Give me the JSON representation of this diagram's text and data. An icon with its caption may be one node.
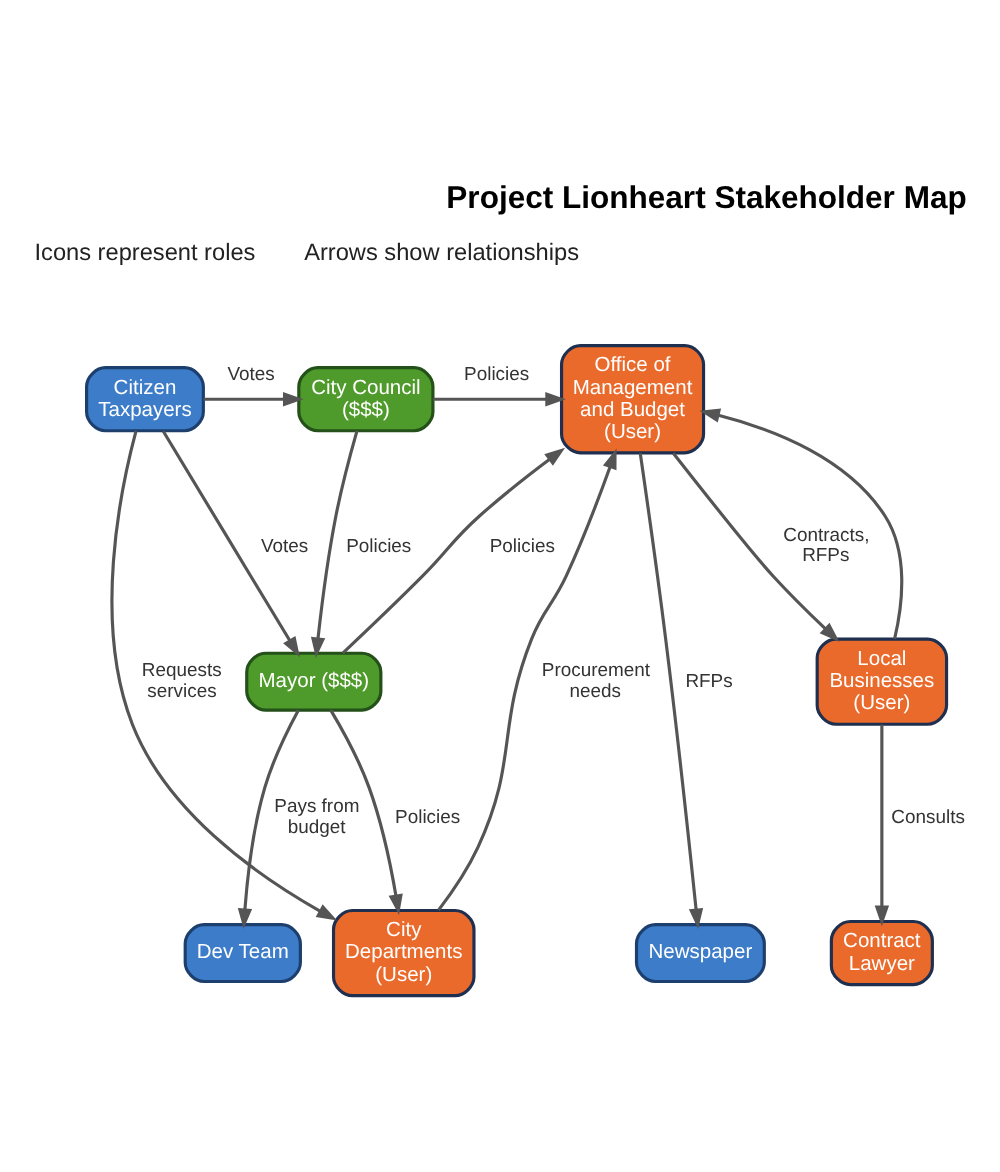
{
  "diagram": {
    "title": "Project Lionheart Stakeholder Map",
    "nodes": [
      {
        "text": [
          "Citizen Taxpayers"
        ]
      },
      {
        "text": [
          "City Council ($$$)"
        ]
      },
      {
        "text": [
          "Office of Management and Budget (User)"
        ]
      },
      {
        "text": [
          "Mayor ($$$)"
        ]
      },
      {
        "text": [
          "Local Businesses (User)"
        ]
      },
      {
        "text": [
          "Dev Team"
        ]
      },
      {
        "text": [
          "City Departments (User)"
        ]
      },
      {
        "text": [
          "Newspaper"
        ]
      },
      {
        "text": [
          "Contract Lawyer"
        ]
      }
    ],
    "edges": [
      {
        "from": 0,
        "to": 1,
        "arrow": "to",
        "label": "Votes"
      },
      {
        "from": 1,
        "to": 2,
        "arrow": "to",
        "label": "Policies"
      },
      {
        "from": 0,
        "to": 3,
        "arrow": "to",
        "label": "Votes"
      },
      {
        "from": 1,
        "to": 3,
        "arrow": "to",
        "label": "Policies"
      },
      {
        "from": 3,
        "to": 2,
        "arrow": "to",
        "label": "Policies"
      },
      {
        "from": 0,
        "to": 6,
        "arrow": "to",
        "label": "Requests services"
      },
      {
        "from": 3,
        "to": 5,
        "arrow": "to",
        "label": "Pays from budget"
      },
      {
        "from": 3,
        "to": 6,
        "arrow": "to",
        "label": "Policies"
      },
      {
        "from": 6,
        "to": 2,
        "arrow": "to",
        "label": "Procurement needs"
      },
      {
        "from": 2,
        "to": 7,
        "arrow": "to",
        "label": "RFPs"
      },
      {
        "from": 4,
        "to": 2,
        "arrow": "to"
      },
      {
        "from": 2,
        "to": 4,
        "arrow": "to",
        "label": "Contracts, RFPs"
      },
      {
        "from": 4,
        "to": 8,
        "arrow": "to",
        "label": "Consults"
      }
    ],
    "labels": [
      "Icons represent roles",
      "Arrows show relationships"
    ]
  }
}
